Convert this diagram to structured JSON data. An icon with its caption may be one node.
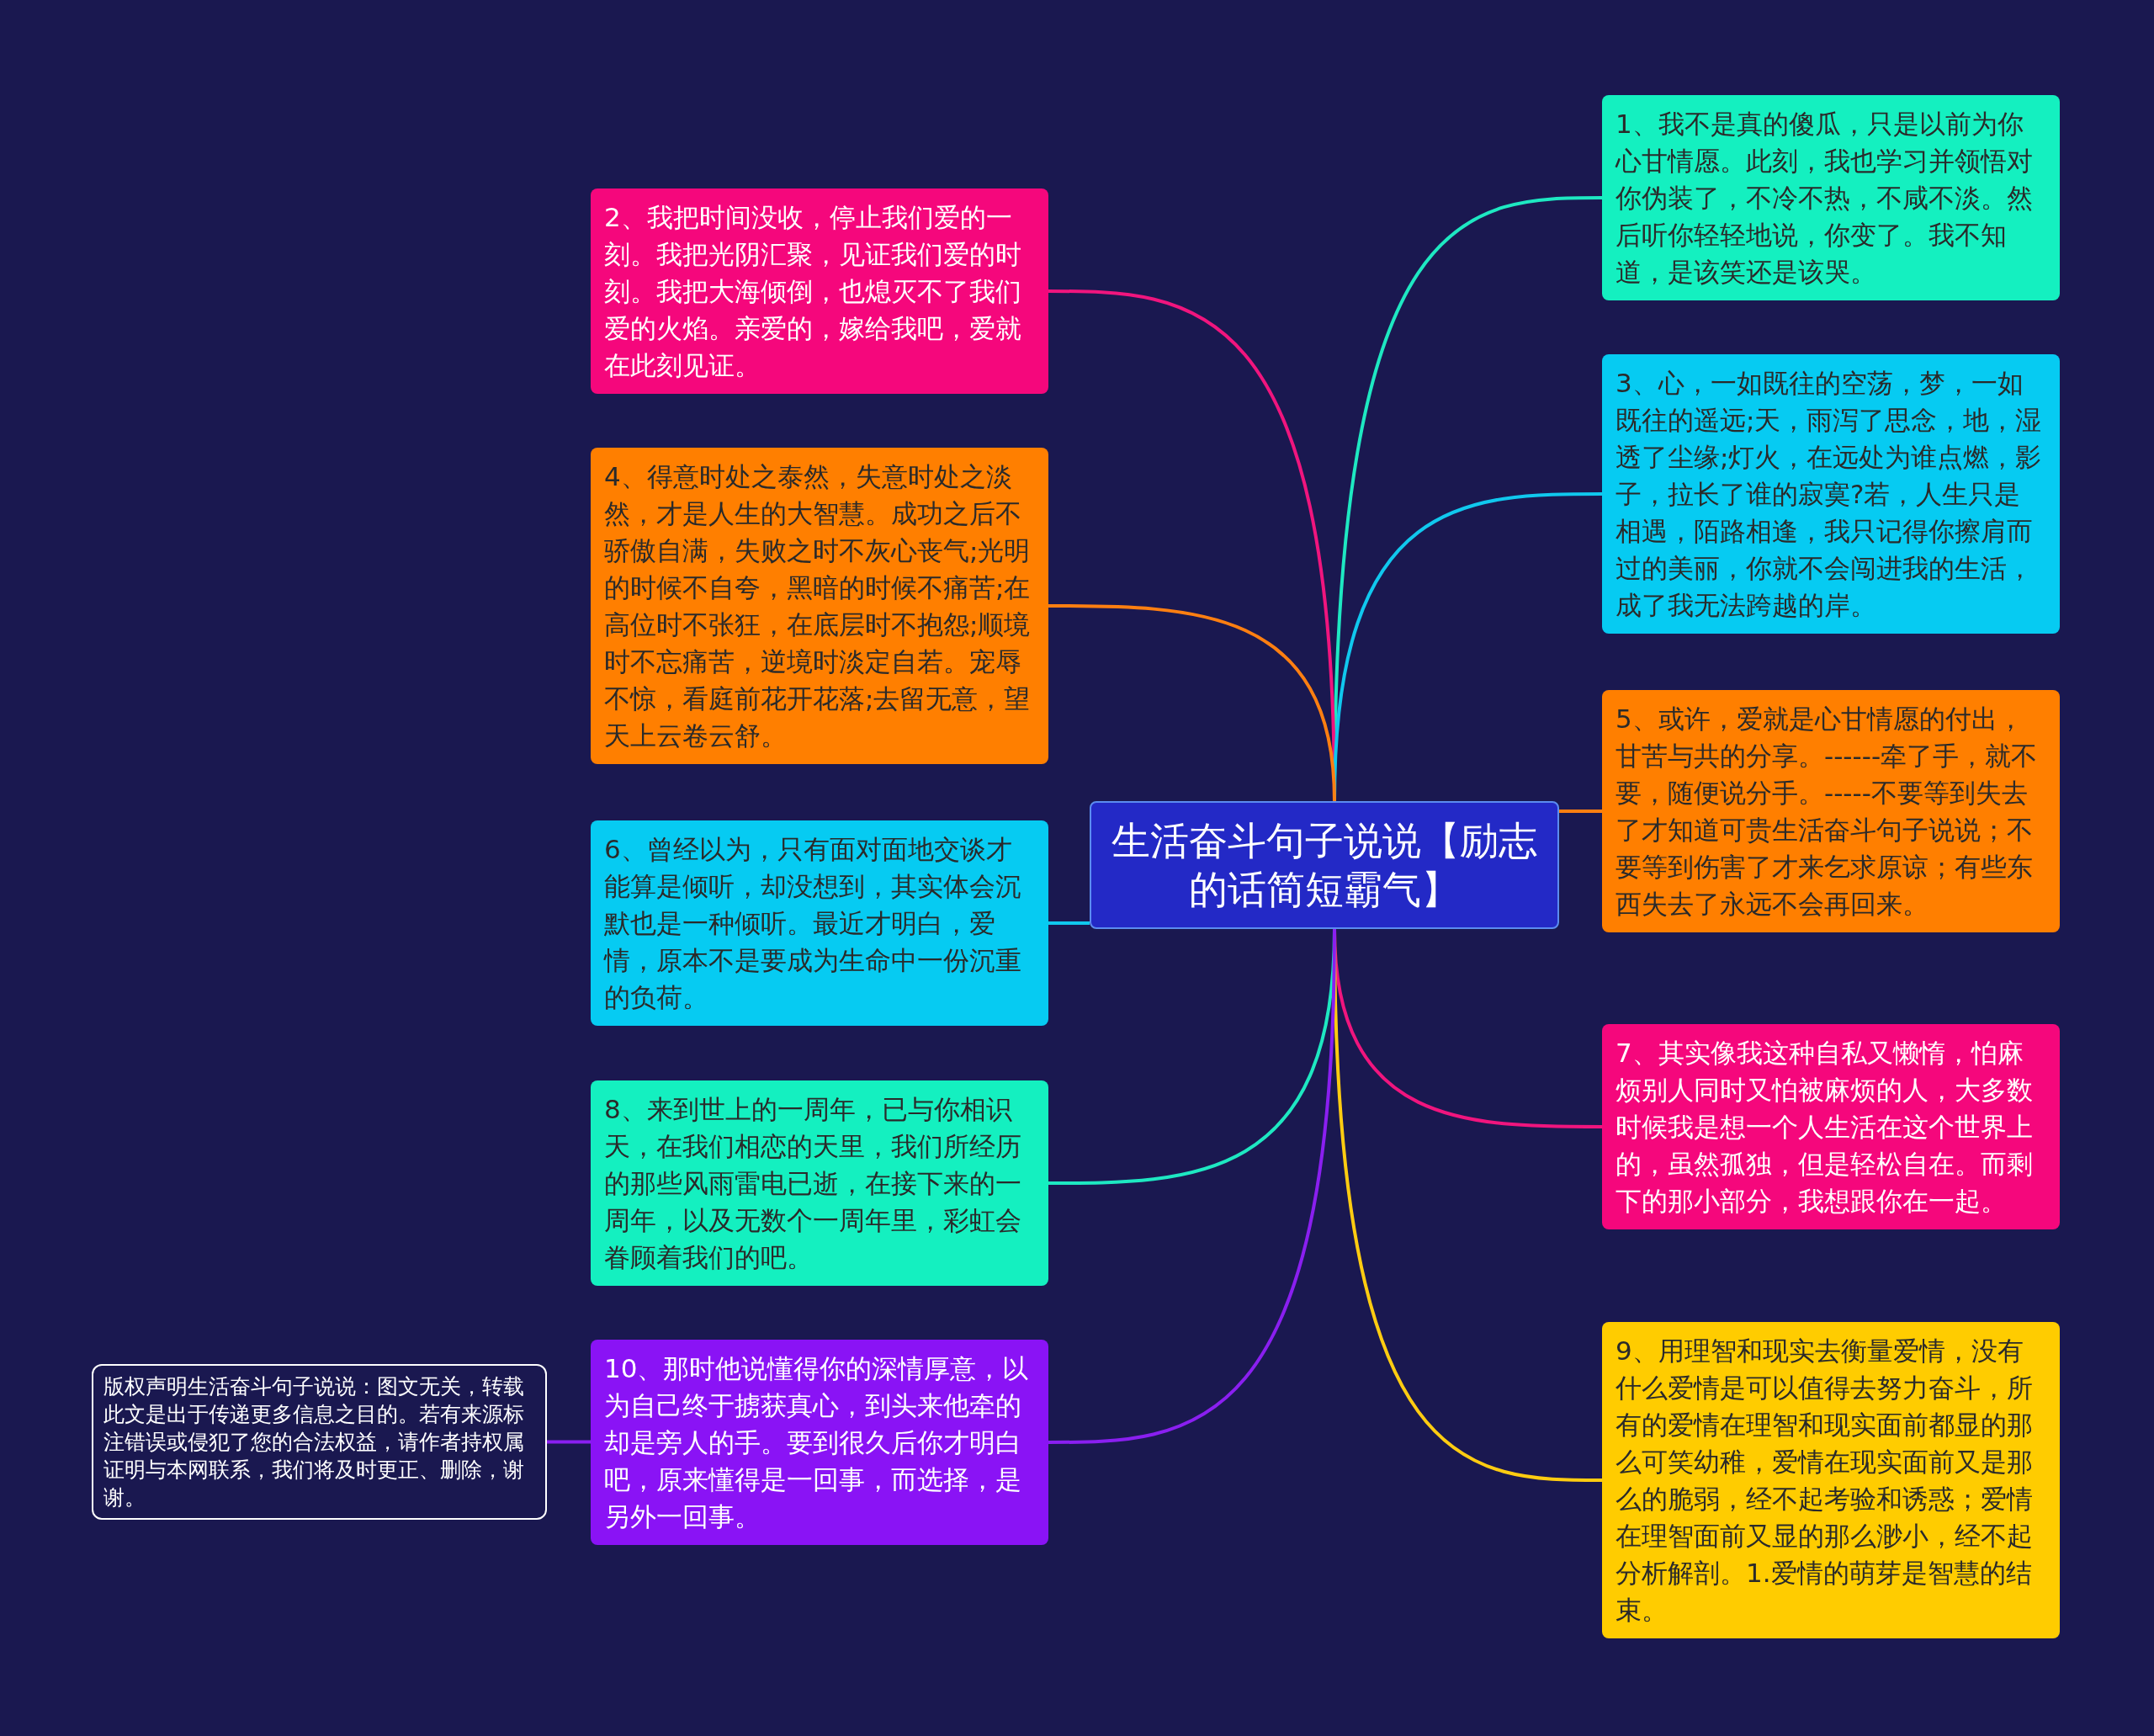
{
  "diagram": {
    "nodes": [
      {
        "text": [
          "生活奋斗句子说说【励志的话简短霸气】"
        ]
      },
      {
        "text": [
          "1、我不是真的傻瓜，只是以前为你心甘情愿。此刻，我也学习并领悟对你伪装了，不冷不热，不咸不淡。然后听你轻轻地说，你变了。我不知道，是该笑还是该哭。"
        ]
      },
      {
        "text": [
          "2、我把时间没收，停止我们爱的一刻。我把光阴汇聚，见证我们爱的时刻。我把大海倾倒，也熄灭不了我们爱的火焰。亲爱的，嫁给我吧，爱就在此刻见证。"
        ]
      },
      {
        "text": [
          "3、心，一如既往的空荡，梦，一如既往的遥远;天，雨泻了思念，地，湿透了尘缘;灯火，在远处为谁点燃，影子，拉长了谁的寂寞?若，人生只是相遇，陌路相逢，我只记得你擦肩而过的美丽，你就不会闯进我的生活，成了我无法跨越的岸。"
        ]
      },
      {
        "text": [
          "4、得意时处之泰然，失意时处之淡然，才是人生的大智慧。成功之后不骄傲自满，失败之时不灰心丧气;光明的时候不自夸，黑暗的时候不痛苦;在高位时不张狂，在底层时不抱怨;顺境时不忘痛苦，逆境时淡定自若。宠辱不惊，看庭前花开花落;去留无意，望天上云卷云舒。"
        ]
      },
      {
        "text": [
          "5、或许，爱就是心甘情愿的付出，甘苦与共的分享。------牵了手，就不要，随便说分手。-----不要等到失去了才知道可贵生活奋斗句子说说；不要等到伤害了才来乞求原谅；有些东西失去了永远不会再回来。"
        ]
      },
      {
        "text": [
          "6、曾经以为，只有面对面地交谈才能算是倾听，却没想到，其实体会沉默也是一种倾听。最近才明白，爱情，原本不是要成为生命中一份沉重的负荷。"
        ]
      },
      {
        "text": [
          "7、其实像我这种自私又懒惰，怕麻烦别人同时又怕被麻烦的人，大多数时候我是想一个人生活在这个世界上的，虽然孤独，但是轻松自在。而剩下的那小部分，我想跟你在一起。"
        ]
      },
      {
        "text": [
          "8、来到世上的一周年，已与你相识天，在我们相恋的天里，我们所经历的那些风雨雷电已逝，在接下来的一周年，以及无数个一周年里，彩虹会眷顾着我们的吧。"
        ]
      },
      {
        "text": [
          "9、用理智和现实去衡量爱情，没有什么爱情是可以值得去努力奋斗，所有的爱情在理智和现实面前都显的那么可笑幼稚，爱情在现实面前又是那么的脆弱，经不起考验和诱惑；爱情在理智面前又显的那么渺小，经不起分析解剖。1.爱情的萌芽是智慧的结束。"
        ]
      },
      {
        "text": [
          "10、那时他说懂得你的深情厚意，以为自己终于掳获真心，到头来他牵的却是旁人的手。要到很久后你才明白吧，原来懂得是一回事，而选择，是另外一回事。"
        ]
      },
      {
        "text": [
          "版权声明生活奋斗句子说说：图文无关，转载此文是出于传递更多信息之目的。若有来源标注错误或侵犯了您的合法权益，请作者持权属证明与本网联系，我们将及时更正、删除，谢谢。"
        ]
      }
    ],
    "edges": [
      {
        "from": 0,
        "to": 1,
        "arrow": "none",
        "color": "#1ee8c2"
      },
      {
        "from": 0,
        "to": 2,
        "arrow": "none",
        "color": "#f0157e"
      },
      {
        "from": 0,
        "to": 3,
        "arrow": "none",
        "color": "#10c8ee"
      },
      {
        "from": 0,
        "to": 4,
        "arrow": "none",
        "color": "#ff7f11"
      },
      {
        "from": 0,
        "to": 5,
        "arrow": "none",
        "color": "#ff7f11"
      },
      {
        "from": 0,
        "to": 6,
        "arrow": "none",
        "color": "#10c8ee"
      },
      {
        "from": 0,
        "to": 7,
        "arrow": "none",
        "color": "#f0157e"
      },
      {
        "from": 0,
        "to": 8,
        "arrow": "none",
        "color": "#1ee8c2"
      },
      {
        "from": 0,
        "to": 9,
        "arrow": "none",
        "color": "#ffcc11"
      },
      {
        "from": 0,
        "to": 10,
        "arrow": "none",
        "color": "#8a1ff0"
      },
      {
        "from": 10,
        "to": 11,
        "arrow": "none",
        "color": "#8a1ff0"
      }
    ]
  }
}
